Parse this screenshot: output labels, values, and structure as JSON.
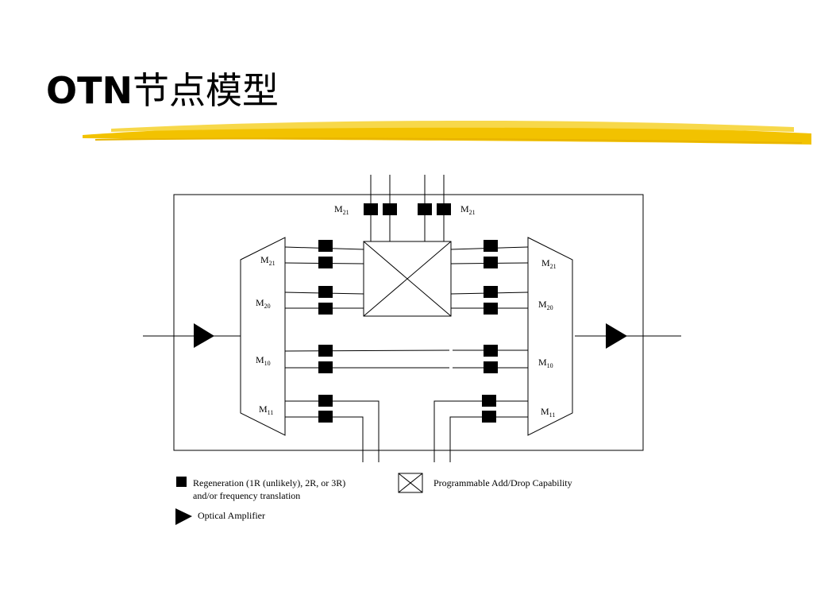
{
  "slide": {
    "title_latin": "OTN",
    "title_cjk": "节点模型",
    "accent_color": "#f2c200"
  },
  "diagram": {
    "top_labels": [
      {
        "base": "M",
        "sub": "21"
      },
      {
        "base": "M",
        "sub": "21"
      }
    ],
    "left_demux_labels": [
      {
        "base": "M",
        "sub": "21"
      },
      {
        "base": "M",
        "sub": "20"
      },
      {
        "base": "M",
        "sub": "10"
      },
      {
        "base": "M",
        "sub": "11"
      }
    ],
    "right_mux_labels": [
      {
        "base": "M",
        "sub": "21"
      },
      {
        "base": "M",
        "sub": "20"
      },
      {
        "base": "M",
        "sub": "10"
      },
      {
        "base": "M",
        "sub": "11"
      }
    ]
  },
  "legend": {
    "regen_line1": "Regeneration (1R (unlikely), 2R, or 3R)",
    "regen_line2": "and/or frequency translation",
    "add_drop": "Programmable Add/Drop Capability",
    "amplifier": "Optical Amplifier"
  }
}
